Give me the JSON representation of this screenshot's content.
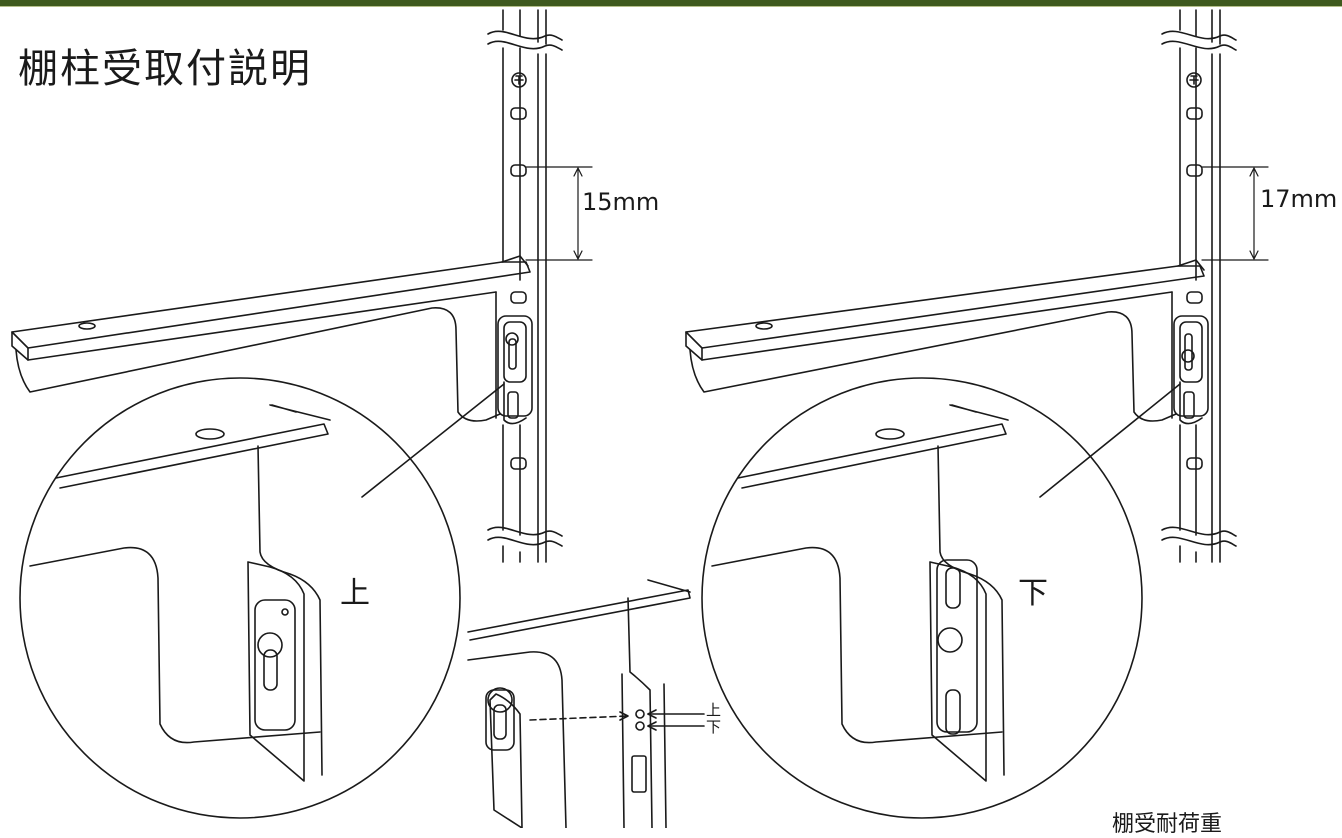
{
  "page": {
    "title": "棚柱受取付説明",
    "footer_note": "棚受耐荷重"
  },
  "left_view": {
    "spacing_label": "15mm",
    "position_label": "上"
  },
  "right_view": {
    "spacing_label": "17mm",
    "position_label": "下"
  },
  "center_detail": {
    "upper_hole_label": "上",
    "lower_hole_label": "下"
  },
  "colors": {
    "line": "#1a1a1a",
    "top_bar": "#3f5a1e"
  }
}
